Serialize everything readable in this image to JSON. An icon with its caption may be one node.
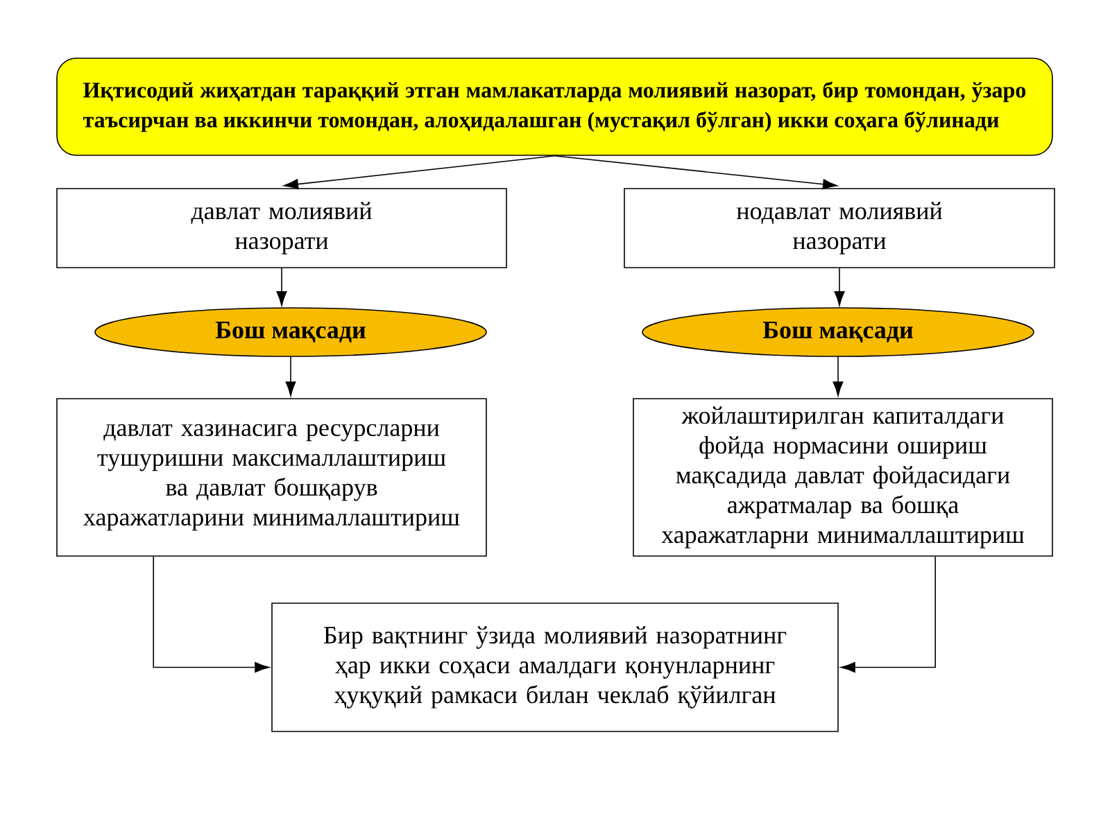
{
  "diagram": {
    "nodes": [
      {
        "text": [
          "Иқтисодий жиҳатдан тараққий этган мамлакатларда молиявий назорат, бир томондан, ўзаро таъсирчан ва иккинчи томондан, алоҳидалашган (мустақил бўлган) икки соҳага бўлинади"
        ]
      },
      {
        "text": [
          "давлат молиявий назорати"
        ]
      },
      {
        "text": [
          "нодавлат молиявий назорати"
        ]
      },
      {
        "text": [
          "Бош мақсади"
        ]
      },
      {
        "text": [
          "Бош мақсади"
        ]
      },
      {
        "text": [
          "давлат хазинасига ресурсларни тушуришни максималлаштириш ва давлат бошқарув харажатларини минималлаштириш"
        ]
      },
      {
        "text": [
          "жойлаштирилган капиталдаги фойда нормасини ошириш мақсадида давлат фойдасидаги ажратмалар ва бошқа харажатларни минималлаштириш"
        ]
      },
      {
        "text": [
          "Бир вақтнинг ўзида молиявий назоратнинг ҳар икки соҳаси амалдаги қонунларнинг ҳуқуқий рамкаси билан чеклаб қўйилган"
        ]
      }
    ],
    "edges": [
      {
        "from": 0,
        "to": 1,
        "arrow": "to"
      },
      {
        "from": 0,
        "to": 2,
        "arrow": "to"
      },
      {
        "from": 1,
        "to": 3,
        "arrow": "to"
      },
      {
        "from": 2,
        "to": 4,
        "arrow": "to"
      },
      {
        "from": 3,
        "to": 5,
        "arrow": "to"
      },
      {
        "from": 4,
        "to": 6,
        "arrow": "to"
      },
      {
        "from": 5,
        "to": 7,
        "arrow": "to"
      },
      {
        "from": 6,
        "to": 7,
        "arrow": "to"
      }
    ]
  }
}
